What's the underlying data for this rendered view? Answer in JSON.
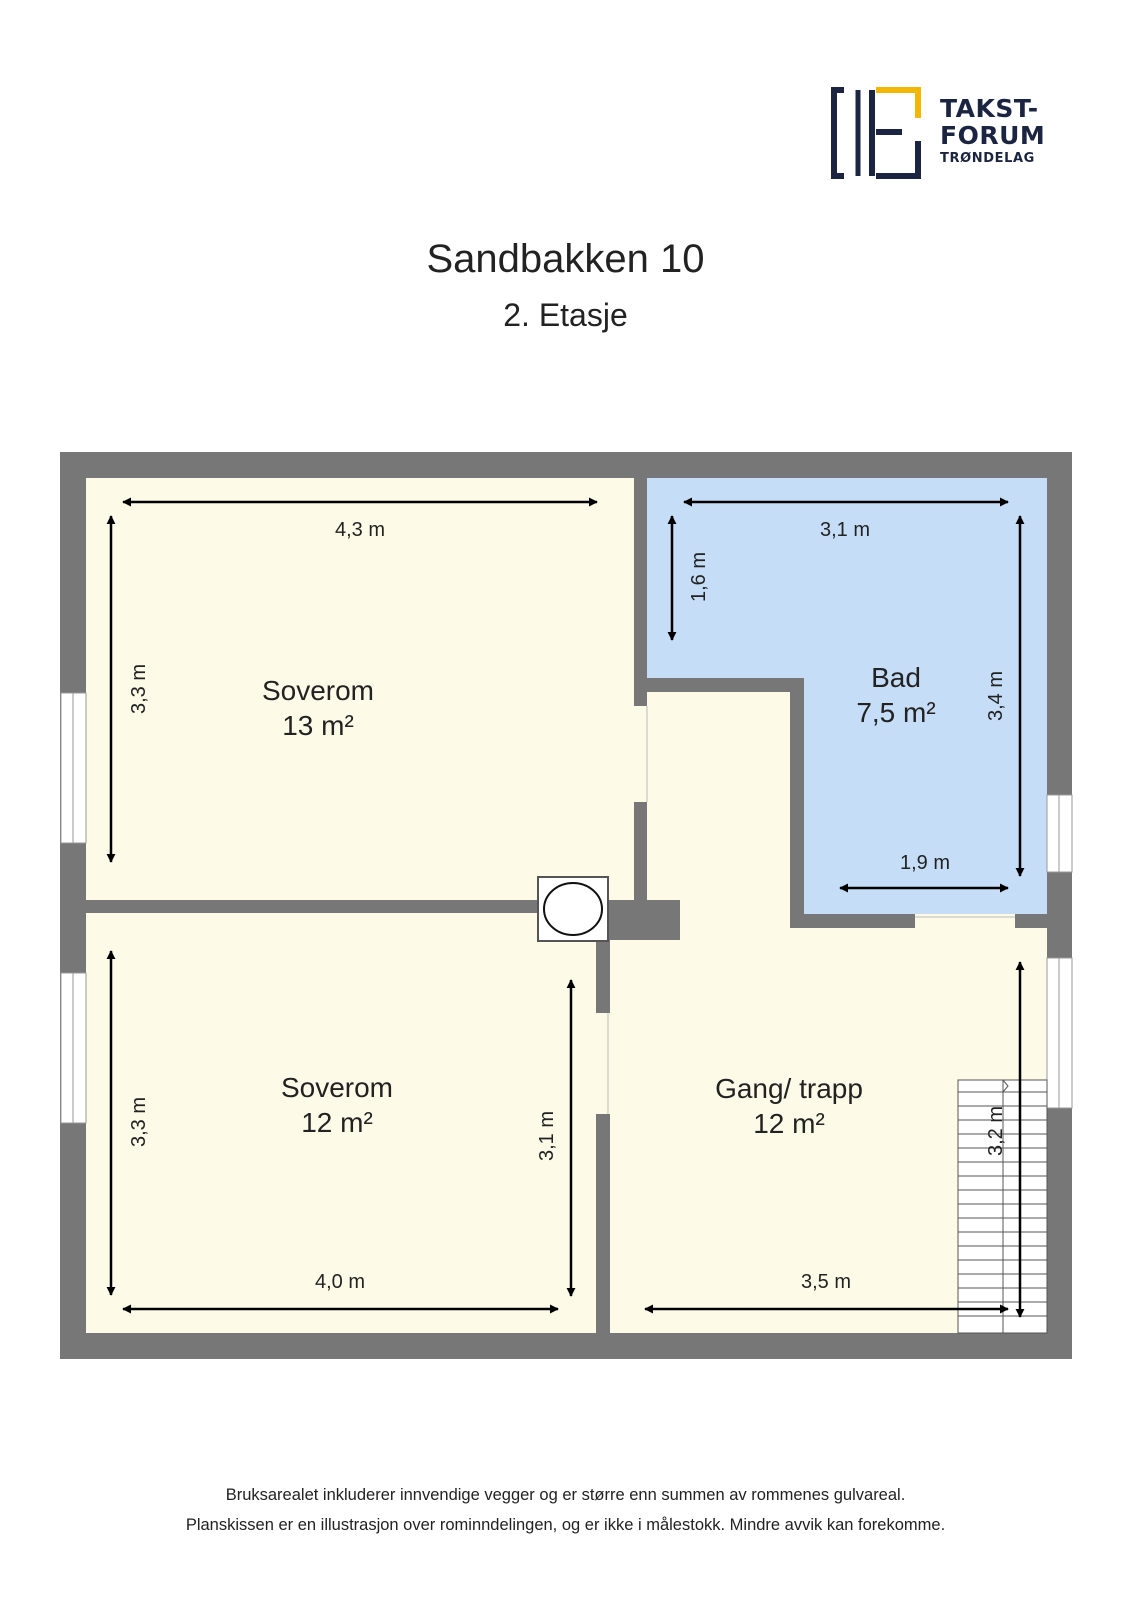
{
  "logo": {
    "line1": "TAKST-",
    "line2": "FORUM",
    "line3": "TRØNDELAG",
    "brand_color": "#1b2440",
    "accent_color": "#f2b705"
  },
  "title": "Sandbakken 10",
  "subtitle": "2. Etasje",
  "colors": {
    "wall": "#777777",
    "room": "#fdfbe8",
    "bath": "#c6ddf7"
  },
  "rooms": [
    {
      "name": "Soverom",
      "area": "13 m²",
      "dims": [
        "4,3 m",
        "3,3 m"
      ]
    },
    {
      "name": "Bad",
      "area": "7,5 m²",
      "dims": [
        "3,1 m",
        "1,6 m",
        "3,4 m",
        "1,9 m"
      ]
    },
    {
      "name": "Soverom",
      "area": "12 m²",
      "dims": [
        "3,3 m",
        "3,1 m",
        "4,0 m"
      ]
    },
    {
      "name": "Gang/ trapp",
      "area": "12 m²",
      "dims": [
        "3,2 m",
        "3,5 m"
      ]
    }
  ],
  "footer": {
    "line1": "Bruksarealet inkluderer innvendige vegger og er større enn summen av rommenes gulvareal.",
    "line2": "Planskissen er en illustrasjon over rominndelingen, og er ikke i målestokk. Mindre avvik kan forekomme."
  }
}
